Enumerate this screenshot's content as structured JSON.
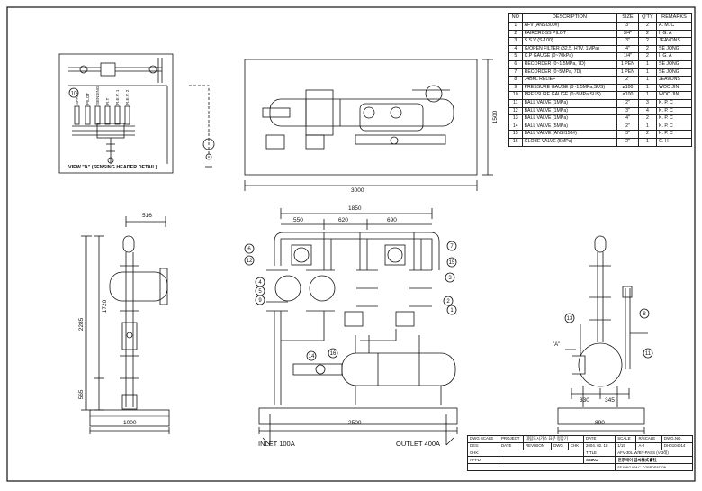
{
  "bom": {
    "headers": {
      "no": "NO",
      "description": "DESCRIPTION",
      "size": "SIZE",
      "qty": "Q'TY",
      "remarks": "REMARKS"
    },
    "rows": [
      {
        "no": "1",
        "description": "AFV (ANSI300#)",
        "size": "3\"",
        "qty": "2",
        "remarks": "A.  M.  C"
      },
      {
        "no": "2",
        "description": "FAIRCROSS PILOT",
        "size": "3/4\"",
        "qty": "2",
        "remarks": "I.  G.  A"
      },
      {
        "no": "3",
        "description": "S.S.V (S-100)",
        "size": "3\"",
        "qty": "2",
        "remarks": "JEAVONS"
      },
      {
        "no": "4",
        "description": "G/OPEN FILTER (32.5, HTV, 1MPa)",
        "size": "4\"",
        "qty": "2",
        "remarks": "SE JONG"
      },
      {
        "no": "5",
        "description": "C.P GAUGE (0~70kPa)",
        "size": "1/4\"",
        "qty": "2",
        "remarks": "I.  G.  A"
      },
      {
        "no": "6",
        "description": "RECORDER (0~1.5MPa, 7D)",
        "size": "1 PEN",
        "qty": "1",
        "remarks": "SE JONG"
      },
      {
        "no": "7",
        "description": "RECORDER (0~5MPa, 7D)",
        "size": "1 PEN",
        "qty": "1",
        "remarks": "SE JONG"
      },
      {
        "no": "8",
        "description": "J4BKL RELIEF",
        "size": "2\"",
        "qty": "1",
        "remarks": "JEAVONS"
      },
      {
        "no": "9",
        "description": "PRESSURE GAUGE (0~1.5MPa,SUS)",
        "size": "ø100",
        "qty": "1",
        "remarks": "WOO JIN"
      },
      {
        "no": "10",
        "description": "PRESSURE GAUGE (0~5MPa,SUS)",
        "size": "ø100",
        "qty": "1",
        "remarks": "WOO JIN"
      },
      {
        "no": "11",
        "description": "BALL VALVE (1MPa)",
        "size": "2\"",
        "qty": "3",
        "remarks": "K.  P.  C"
      },
      {
        "no": "12",
        "description": "BALL VALVE (1MPa)",
        "size": "3\"",
        "qty": "4",
        "remarks": "K.  P.  C"
      },
      {
        "no": "13",
        "description": "BALL VALVE (1MPa)",
        "size": "4\"",
        "qty": "2",
        "remarks": "K.  P.  C"
      },
      {
        "no": "14",
        "description": "BALL VALVE (5MPa)",
        "size": "2\"",
        "qty": "1",
        "remarks": "K.  P.  C"
      },
      {
        "no": "15",
        "description": "BALL VALVE (ANSI150#)",
        "size": "3\"",
        "qty": "2",
        "remarks": "K.  P.  C"
      },
      {
        "no": "16",
        "description": "GLOBE VALVE (5MPa)",
        "size": "2\"",
        "qty": "1",
        "remarks": "G.   H"
      }
    ]
  },
  "title_block": {
    "dwg_scale_label": "DWG SCALE",
    "project_label": "PROJECT",
    "title_label": "TITLE",
    "project_value": "대림도시가스 요부 정압기",
    "date_label": "DATE",
    "revision_label": "REVISION",
    "dwg_label": "DWG",
    "des_label": "DES",
    "chk_label": "CHK",
    "date_header": "DATE",
    "scale_header": "SCALE",
    "rscale_header": "R/SCALE",
    "dwgno_header": "DWG.NO.",
    "date_value": "2004. 02. 18",
    "scale_value": "1/15",
    "rscale_value": "A-2",
    "dwgno_value": "DH0104014",
    "title_value": "AFV-30L W/BY-PASS (V-3레)",
    "des_row": "DES:",
    "chk_row": "CHK:",
    "appd_row": "APPD:",
    "company_logo": "SEIKO",
    "company_name": "世宗에이 엠씨株式會社",
    "company_sub": "SEJONG A.M.C. CORPORATION"
  },
  "labels": {
    "view_a": "VIEW \"A\" (SENSING HEADER DETAIL)",
    "inlet": "INLET 100A",
    "outlet": "OUTLET 400A",
    "view_marker": "\"A\"",
    "sensing_tags": [
      "SPARE",
      "PILOT",
      "SENSING",
      "R.T",
      "R.E.V. 1",
      "R.E.V. 2"
    ]
  },
  "dimensions": {
    "top_width": "3000",
    "top_height": "1500",
    "overall_width": "1850",
    "seg1": "550",
    "seg2": "620",
    "seg3": "690",
    "side_top": "516",
    "side_h1": "1720",
    "side_h2": "2285",
    "side_h3": "565",
    "side_base": "1000",
    "front_base": "2500",
    "right_left": "330",
    "right_right": "345",
    "right_base": "890"
  },
  "balloons": [
    "1",
    "2",
    "3",
    "4",
    "5",
    "6",
    "7",
    "8",
    "9",
    "10",
    "11",
    "12",
    "13",
    "14",
    "15",
    "16"
  ]
}
